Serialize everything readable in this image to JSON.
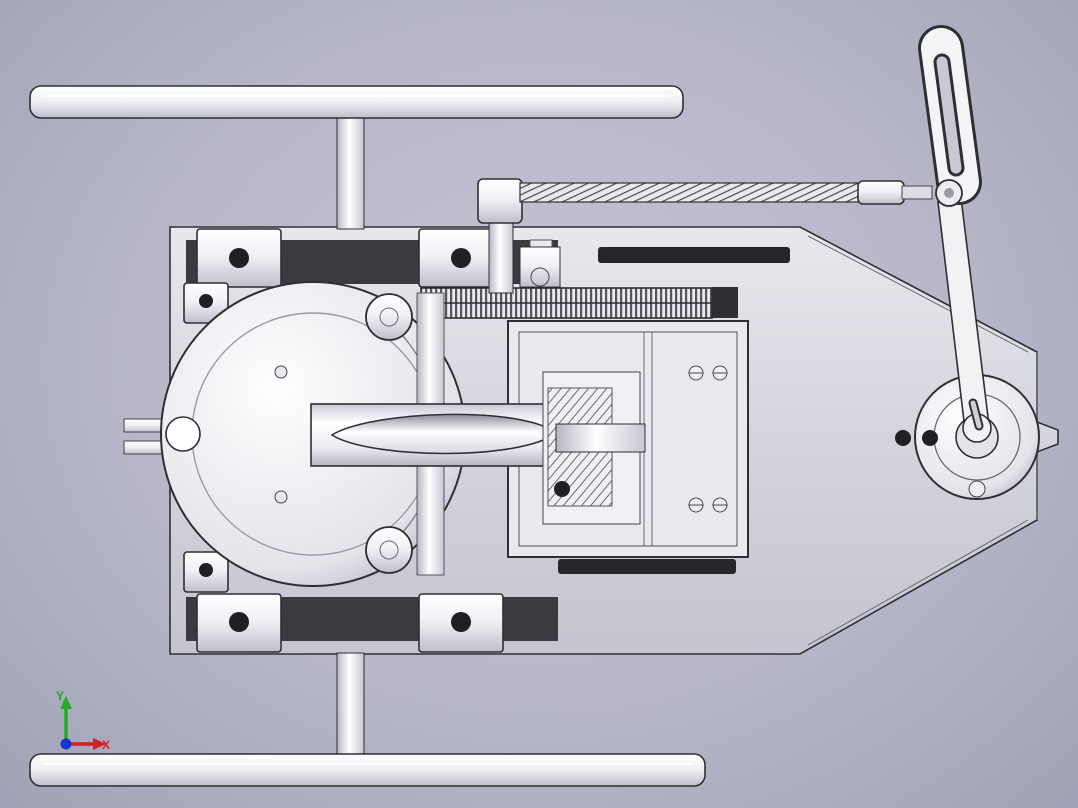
{
  "triad": {
    "x_label": "X",
    "y_label": "Y",
    "x_color": "#d42020",
    "y_color": "#1fae1f",
    "z_color": "#1a35cf"
  },
  "colors": {
    "background": "#b7b7c9",
    "part_fill": "#f4f4f8",
    "part_shade": "#c4c4d0",
    "outline": "#2f2f33",
    "hole_dark": "#202024",
    "slot_dark": "#26262b"
  },
  "scene": {
    "view": "top",
    "parts": [
      "ground-wheel-top",
      "ground-wheel-bottom",
      "main-base-plate",
      "flywheel-crank-housing",
      "crank-pin-top",
      "crank-pin-bottom",
      "scotch-yoke-slider",
      "piston-cylinder-section",
      "gear-rack",
      "bearing-block-top-left",
      "bearing-block-top-right",
      "bearing-block-bottom-left",
      "bearing-block-bottom-right",
      "side-bearing-upper",
      "side-bearing-lower",
      "threaded-lead-screw",
      "support-post",
      "hand-lever",
      "lever-pivot",
      "lever-hub",
      "axle-shaft-top",
      "axle-shaft-bottom",
      "output-fork-shaft"
    ]
  }
}
